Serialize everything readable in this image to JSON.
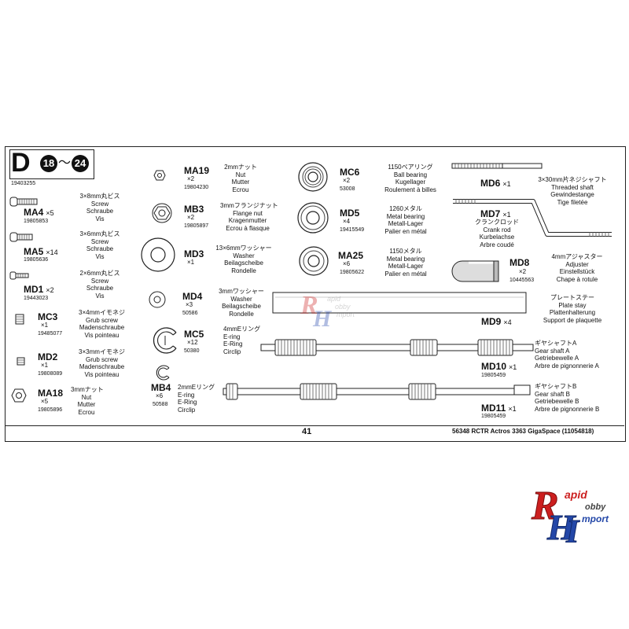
{
  "page_number": "41",
  "footer_text": "56348 RCTR Actros 3363 GigaSpace (11054818)",
  "step": {
    "letter": "D",
    "from": "18",
    "tilde": "〜",
    "to": "24",
    "code": "19403255"
  },
  "logo": {
    "line1": "apid",
    "line2": "obby",
    "line3": "mport",
    "letters": "RHI"
  },
  "parts": {
    "ma4": {
      "code": "MA4",
      "qty": "×5",
      "num": "19805853",
      "desc": [
        "3×8mm丸ビス",
        "Screw",
        "Schraube",
        "Vis"
      ]
    },
    "ma5": {
      "code": "MA5",
      "qty": "×14",
      "num": "19805636",
      "desc": [
        "3×6mm丸ビス",
        "Screw",
        "Schraube",
        "Vis"
      ]
    },
    "md1": {
      "code": "MD1",
      "qty": "×2",
      "num": "19443023",
      "desc": [
        "2×6mm丸ビス",
        "Screw",
        "Schraube",
        "Vis"
      ]
    },
    "mc3": {
      "code": "MC3",
      "qty": "×1",
      "num": "19485077",
      "desc": [
        "3×4mmイモネジ",
        "Grub screw",
        "Madenschraube",
        "Vis pointeau"
      ]
    },
    "md2": {
      "code": "MD2",
      "qty": "×1",
      "num": "19808089",
      "desc": [
        "3×3mmイモネジ",
        "Grub screw",
        "Madenschraube",
        "Vis pointeau"
      ]
    },
    "ma18": {
      "code": "MA18",
      "qty": "×5",
      "num": "19805896",
      "desc": [
        "3mmナット",
        "Nut",
        "Mutter",
        "Ecrou"
      ]
    },
    "ma19": {
      "code": "MA19",
      "qty": "×2",
      "num": "19804230",
      "desc": [
        "2mmナット",
        "Nut",
        "Mutter",
        "Ecrou"
      ]
    },
    "mb3": {
      "code": "MB3",
      "qty": "×2",
      "num": "19805897",
      "desc": [
        "3mmフランジナット",
        "Flange nut",
        "Kragenmutter",
        "Ecrou à flasque"
      ]
    },
    "md3": {
      "code": "MD3",
      "qty": "×1",
      "num": "",
      "desc": [
        "13×6mmワッシャー",
        "Washer",
        "Beilagscheibe",
        "Rondelle"
      ]
    },
    "md4": {
      "code": "MD4",
      "qty": "×3",
      "num": "50586",
      "desc": [
        "3mmワッシャー",
        "Washer",
        "Beilagscheibe",
        "Rondelle"
      ]
    },
    "mc5": {
      "code": "MC5",
      "qty": "×12",
      "num": "50380",
      "desc": [
        "4mmEリング",
        "E-ring",
        "E-Ring",
        "Circlip"
      ]
    },
    "mb4": {
      "code": "MB4",
      "qty": "×6",
      "num": "50588",
      "desc": [
        "2mmEリング",
        "E-ring",
        "E-Ring",
        "Circlip"
      ]
    },
    "mc6": {
      "code": "MC6",
      "qty": "×2",
      "num": "53008",
      "desc": [
        "1150ベアリング",
        "Ball bearing",
        "Kugellager",
        "Roulement à billes"
      ]
    },
    "md5": {
      "code": "MD5",
      "qty": "×4",
      "num": "19415549",
      "desc": [
        "1260メタル",
        "Metal bearing",
        "Metall-Lager",
        "Palier en métal"
      ]
    },
    "ma25": {
      "code": "MA25",
      "qty": "×6",
      "num": "19805622",
      "desc": [
        "1150メタル",
        "Metal bearing",
        "Metall-Lager",
        "Palier en métal"
      ]
    },
    "md6": {
      "code": "MD6",
      "qty": "×1",
      "num": "",
      "desc": [
        "3×30mm片ネジシャフト",
        "Threaded shaft",
        "Gewindestange",
        "Tige filetée"
      ]
    },
    "md7": {
      "code": "MD7",
      "qty": "×1",
      "num": "",
      "desc": [
        "クランクロッド",
        "Crank rod",
        "Kurbelachse",
        "Arbre coudé"
      ]
    },
    "md8": {
      "code": "MD8",
      "qty": "×2",
      "num": "10445563",
      "desc": [
        "4mmアジャスター",
        "Adjuster",
        "Einstellstück",
        "Chape à rotule"
      ]
    },
    "md9": {
      "code": "MD9",
      "qty": "×4",
      "num": "",
      "desc": [
        "プレートステー",
        "Plate stay",
        "Plattenhalterung",
        "Support de plaquette"
      ]
    },
    "md10": {
      "code": "MD10",
      "qty": "×1",
      "num": "19805459",
      "desc": [
        "ギヤシャフトA",
        "Gear shaft A",
        "Getriebewelle A",
        "Arbre de pignonnerie A"
      ]
    },
    "md11": {
      "code": "MD11",
      "qty": "×1",
      "num": "19805459",
      "desc": [
        "ギヤシャフトB",
        "Gear shaft B",
        "Getriebewelle B",
        "Arbre de pignonnerie B"
      ]
    }
  }
}
